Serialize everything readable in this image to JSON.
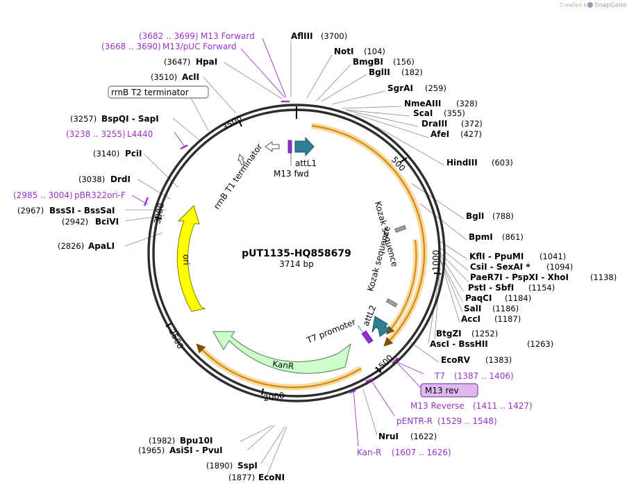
{
  "credit": {
    "prefix": "Created by",
    "app": "SnapGene"
  },
  "plasmid": {
    "name": "pUT1135-HQ858679",
    "size_label": "3714 bp",
    "length": 3714
  },
  "colors": {
    "primer": "#9933cc",
    "attl": "#2e7f94",
    "ori": "#ffff00",
    "kanr": "#ccffcc",
    "orf": "#e08e0b"
  },
  "ticks": [
    {
      "pos": 500,
      "label": "500"
    },
    {
      "pos": 1000,
      "label": "1000"
    },
    {
      "pos": 1500,
      "label": "1500"
    },
    {
      "pos": 2000,
      "label": "2000"
    },
    {
      "pos": 2500,
      "label": "2500"
    },
    {
      "pos": 3000,
      "label": "3000"
    },
    {
      "pos": 3500,
      "label": "3500"
    }
  ],
  "features": {
    "attL1": "attL1",
    "attL2": "attL2",
    "m13fwd": "M13 fwd",
    "rrnb_t1": "rrnB T1 terminator",
    "rrnb_t2": "rrnB T2 terminator",
    "kozak1": "Kozak sequence",
    "kozak2": "Kozak sequence",
    "t7prom": "T7 promoter",
    "kanr": "KanR",
    "ori": "ori",
    "m13rev": "M13 rev"
  },
  "sites": [
    {
      "name": "AflIII",
      "pos": "(3700)"
    },
    {
      "name": "NotI",
      "pos": "(104)"
    },
    {
      "name": "BmgBI",
      "pos": "(156)"
    },
    {
      "name": "BglII",
      "pos": "(182)"
    },
    {
      "name": "SgrAI",
      "pos": "(259)"
    },
    {
      "name": "NmeAIII",
      "pos": "(328)"
    },
    {
      "name": "ScaI",
      "pos": "(355)"
    },
    {
      "name": "DraIII",
      "pos": "(372)"
    },
    {
      "name": "AfeI",
      "pos": "(427)"
    },
    {
      "name": "HindIII",
      "pos": "(603)"
    },
    {
      "name": "BglI",
      "pos": "(788)"
    },
    {
      "name": "BpmI",
      "pos": "(861)"
    },
    {
      "name": "KflI - PpuMI",
      "pos": "(1041)"
    },
    {
      "name": "CsiI - SexAI *",
      "pos": "(1094)"
    },
    {
      "name": "PaeR7I - PspXI - XhoI",
      "pos": "(1138)"
    },
    {
      "name": "PstI - SbfI",
      "pos": "(1154)"
    },
    {
      "name": "PaqCI",
      "pos": "(1184)"
    },
    {
      "name": "SalI",
      "pos": "(1186)"
    },
    {
      "name": "AccI",
      "pos": "(1187)"
    },
    {
      "name": "BtgZI",
      "pos": "(1252)"
    },
    {
      "name": "AscI - BssHII",
      "pos": "(1263)"
    },
    {
      "name": "EcoRV",
      "pos": "(1383)"
    },
    {
      "name": "NruI",
      "pos": "(1622)"
    },
    {
      "name": "EcoNI",
      "pos": "(1877)"
    },
    {
      "name": "SspI",
      "pos": "(1890)"
    },
    {
      "name": "AsiSI - PvuI",
      "pos": "(1965)"
    },
    {
      "name": "Bpu10I",
      "pos": "(1982)"
    },
    {
      "name": "ApaLI",
      "pos": "(2826)"
    },
    {
      "name": "BciVI",
      "pos": "(2942)"
    },
    {
      "name": "BssSI - BssSaI",
      "pos": "(2967)"
    },
    {
      "name": "DrdI",
      "pos": "(3038)"
    },
    {
      "name": "PciI",
      "pos": "(3140)"
    },
    {
      "name": "BspQI - SapI",
      "pos": "(3257)"
    },
    {
      "name": "AclI",
      "pos": "(3510)"
    },
    {
      "name": "HpaI",
      "pos": "(3647)"
    }
  ],
  "primers": [
    {
      "name": "M13 Forward",
      "range": "(3682 .. 3699)"
    },
    {
      "name": "M13/pUC Forward",
      "range": "(3668 .. 3690)"
    },
    {
      "name": "L4440",
      "range": "(3238 .. 3255)"
    },
    {
      "name": "pBR322ori-F",
      "range": "(2985 .. 3004)"
    },
    {
      "name": "T7",
      "range": "(1387 .. 1406)"
    },
    {
      "name": "M13 Reverse",
      "range": "(1411 .. 1427)"
    },
    {
      "name": "pENTR-R",
      "range": "(1529 .. 1548)"
    },
    {
      "name": "Kan-R",
      "range": "(1607 .. 1626)"
    }
  ]
}
